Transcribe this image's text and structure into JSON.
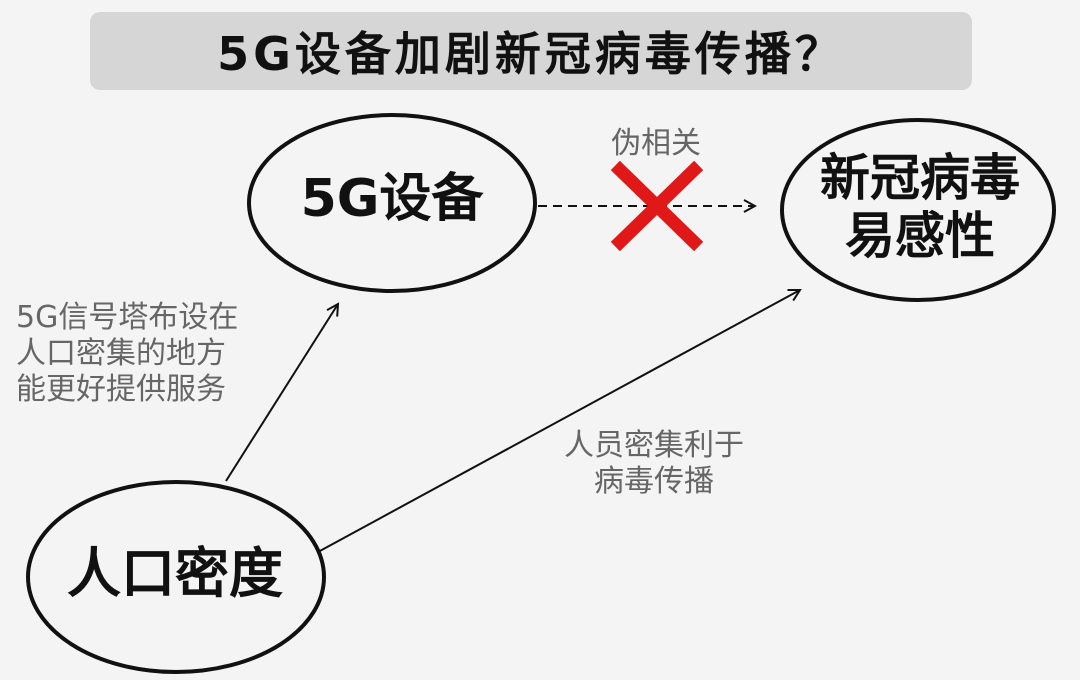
{
  "title": "5G设备加剧新冠病毒传播？",
  "nodes": {
    "five_g": {
      "label": "5G设备"
    },
    "virus": {
      "line1": "新冠病毒",
      "line2": "易感性"
    },
    "density": {
      "label": "人口密度"
    }
  },
  "edges": {
    "false_correlation": {
      "label": "伪相关",
      "marker_color": "#e01818"
    },
    "density_to_5g": {
      "line1": "5G信号塔布设在",
      "line2": "人口密集的地方",
      "line3": "能更好提供服务"
    },
    "density_to_virus": {
      "line1": "人员密集利于",
      "line2": "病毒传播"
    }
  },
  "colors": {
    "background": "#f4f4f4",
    "title_bar": "#d6d6d6",
    "stroke": "#111111",
    "annotation": "#666666"
  }
}
